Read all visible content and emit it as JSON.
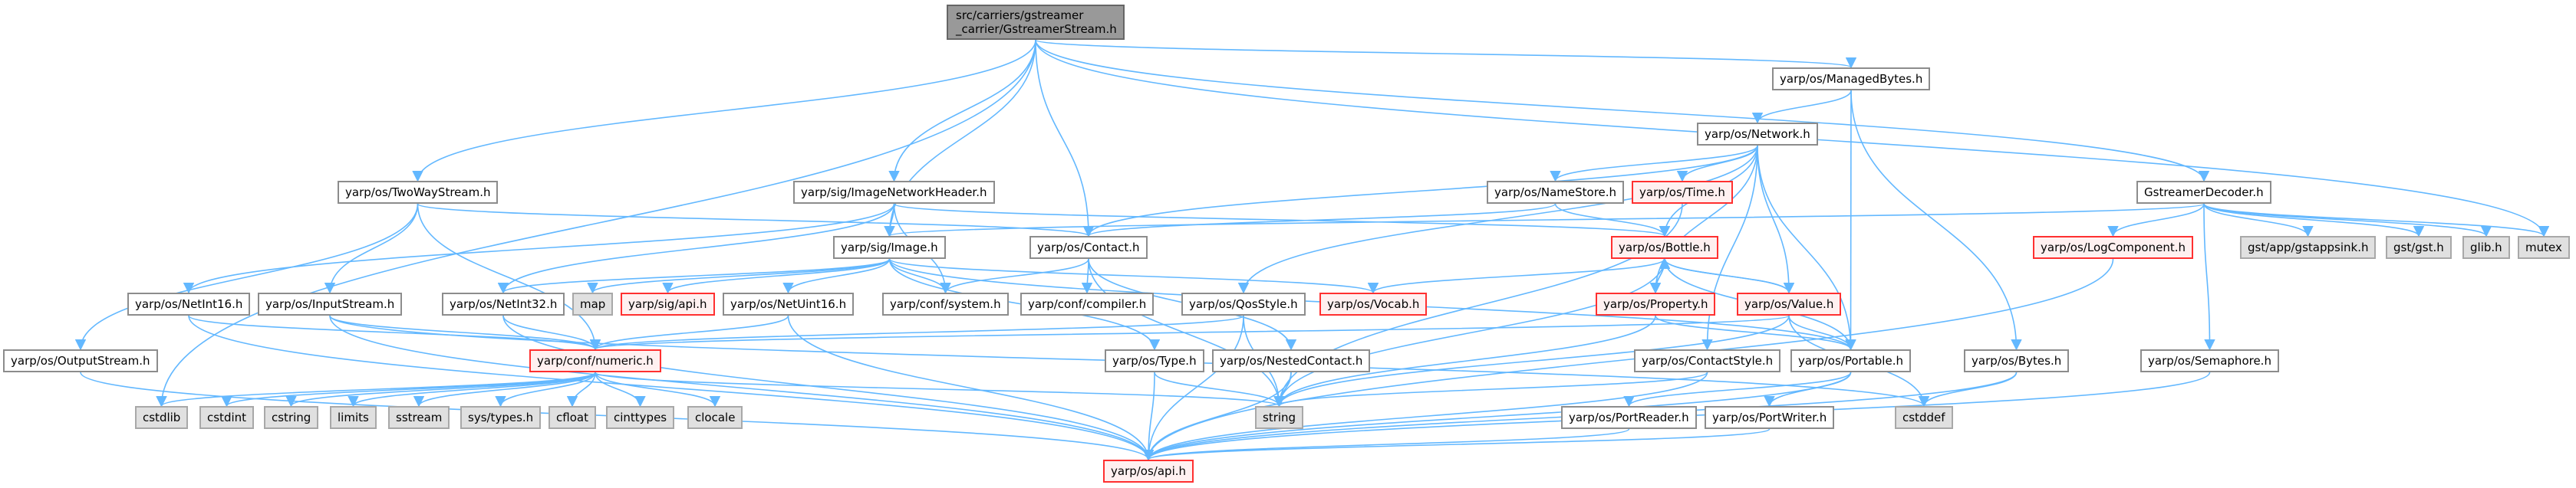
{
  "title": "src/carriers/gstreamer_carrier/GstreamerStream.h include dependency graph",
  "colors": {
    "edge": "#63b8ff",
    "node_border": "#8c8c8c",
    "system_fill": "#e0e0e0",
    "truncated_border": "#ff3030",
    "truncated_fill": "#fff0f0",
    "root_fill": "#999999"
  },
  "root": {
    "line1": "src/carriers/gstreamer",
    "line2": "_carrier/GstreamerStream.h"
  },
  "nodes": {
    "managedbytes": "yarp/os/ManagedBytes.h",
    "network": "yarp/os/Network.h",
    "twowaystream": "yarp/os/TwoWayStream.h",
    "imagenetworkheader": "yarp/sig/ImageNetworkHeader.h",
    "namestore": "yarp/os/NameStore.h",
    "time": "yarp/os/Time.h",
    "gstreamerdecoder": "GstreamerDecoder.h",
    "image": "yarp/sig/Image.h",
    "contact": "yarp/os/Contact.h",
    "bottle": "yarp/os/Bottle.h",
    "logcomponent": "yarp/os/LogComponent.h",
    "gstappsink": "gst/app/gstappsink.h",
    "gst": "gst/gst.h",
    "glib": "glib.h",
    "mutex": "mutex",
    "netint16": "yarp/os/NetInt16.h",
    "inputstream": "yarp/os/InputStream.h",
    "netint32": "yarp/os/NetInt32.h",
    "map": "map",
    "sigapi": "yarp/sig/api.h",
    "netuint16": "yarp/os/NetUint16.h",
    "system": "yarp/conf/system.h",
    "compiler": "yarp/conf/compiler.h",
    "qosstyle": "yarp/os/QosStyle.h",
    "vocab": "yarp/os/Vocab.h",
    "property": "yarp/os/Property.h",
    "value": "yarp/os/Value.h",
    "outputstream": "yarp/os/OutputStream.h",
    "numeric": "yarp/conf/numeric.h",
    "type": "yarp/os/Type.h",
    "nestedcontact": "yarp/os/NestedContact.h",
    "contactstyle": "yarp/os/ContactStyle.h",
    "portable": "yarp/os/Portable.h",
    "bytes": "yarp/os/Bytes.h",
    "semaphore": "yarp/os/Semaphore.h",
    "cstdlib": "cstdlib",
    "cstdint": "cstdint",
    "cstring": "cstring",
    "limits": "limits",
    "sstream": "sstream",
    "systypes": "sys/types.h",
    "cfloat": "cfloat",
    "cinttypes": "cinttypes",
    "clocale": "clocale",
    "string": "string",
    "portreader": "yarp/os/PortReader.h",
    "portwriter": "yarp/os/PortWriter.h",
    "cstddef": "cstddef",
    "osapi": "yarp/os/api.h"
  },
  "edges": [
    [
      "root",
      "managedbytes"
    ],
    [
      "root",
      "twowaystream"
    ],
    [
      "root",
      "imagenetworkheader"
    ],
    [
      "root",
      "image"
    ],
    [
      "root",
      "contact"
    ],
    [
      "root",
      "gstreamerdecoder"
    ],
    [
      "root",
      "cstdlib"
    ],
    [
      "root",
      "mutex"
    ],
    [
      "managedbytes",
      "network"
    ],
    [
      "managedbytes",
      "portable"
    ],
    [
      "managedbytes",
      "bytes"
    ],
    [
      "network",
      "contact"
    ],
    [
      "network",
      "namestore"
    ],
    [
      "network",
      "time"
    ],
    [
      "network",
      "bottle"
    ],
    [
      "network",
      "qosstyle"
    ],
    [
      "network",
      "property"
    ],
    [
      "network",
      "value"
    ],
    [
      "network",
      "contactstyle"
    ],
    [
      "network",
      "portable"
    ],
    [
      "twowaystream",
      "contact"
    ],
    [
      "twowaystream",
      "inputstream"
    ],
    [
      "twowaystream",
      "outputstream"
    ],
    [
      "twowaystream",
      "numeric"
    ],
    [
      "imagenetworkheader",
      "image"
    ],
    [
      "imagenetworkheader",
      "netint16"
    ],
    [
      "imagenetworkheader",
      "netint32"
    ],
    [
      "imagenetworkheader",
      "system"
    ],
    [
      "imagenetworkheader",
      "bottle"
    ],
    [
      "namestore",
      "contact"
    ],
    [
      "namestore",
      "bottle"
    ],
    [
      "time",
      "string"
    ],
    [
      "gstreamerdecoder",
      "image"
    ],
    [
      "gstreamerdecoder",
      "logcomponent"
    ],
    [
      "gstreamerdecoder",
      "gstappsink"
    ],
    [
      "gstreamerdecoder",
      "gst"
    ],
    [
      "gstreamerdecoder",
      "glib"
    ],
    [
      "gstreamerdecoder",
      "mutex"
    ],
    [
      "gstreamerdecoder",
      "semaphore"
    ],
    [
      "image",
      "netint32"
    ],
    [
      "image",
      "map"
    ],
    [
      "image",
      "sigapi"
    ],
    [
      "image",
      "netuint16"
    ],
    [
      "image",
      "system"
    ],
    [
      "image",
      "vocab"
    ],
    [
      "image",
      "type"
    ],
    [
      "image",
      "portable"
    ],
    [
      "contact",
      "system"
    ],
    [
      "contact",
      "compiler"
    ],
    [
      "contact",
      "nestedcontact"
    ],
    [
      "contact",
      "string"
    ],
    [
      "bottle",
      "property"
    ],
    [
      "bottle",
      "value"
    ],
    [
      "bottle",
      "vocab"
    ],
    [
      "bottle",
      "portable"
    ],
    [
      "bottle",
      "string"
    ],
    [
      "property",
      "bottle"
    ],
    [
      "property",
      "portable"
    ],
    [
      "property",
      "string"
    ],
    [
      "value",
      "bottle"
    ],
    [
      "value",
      "portable"
    ],
    [
      "value",
      "numeric"
    ],
    [
      "value",
      "cstddef"
    ],
    [
      "value",
      "string"
    ],
    [
      "logcomponent",
      "osapi"
    ],
    [
      "netint16",
      "numeric"
    ],
    [
      "netint16",
      "osapi"
    ],
    [
      "inputstream",
      "numeric"
    ],
    [
      "inputstream",
      "osapi"
    ],
    [
      "inputstream",
      "cstddef"
    ],
    [
      "netint32",
      "numeric"
    ],
    [
      "netint32",
      "osapi"
    ],
    [
      "netuint16",
      "numeric"
    ],
    [
      "netuint16",
      "osapi"
    ],
    [
      "qosstyle",
      "numeric"
    ],
    [
      "qosstyle",
      "osapi"
    ],
    [
      "qosstyle",
      "string"
    ],
    [
      "outputstream",
      "osapi"
    ],
    [
      "numeric",
      "cstdlib"
    ],
    [
      "numeric",
      "cstdint"
    ],
    [
      "numeric",
      "cstring"
    ],
    [
      "numeric",
      "limits"
    ],
    [
      "numeric",
      "sstream"
    ],
    [
      "numeric",
      "systypes"
    ],
    [
      "numeric",
      "cfloat"
    ],
    [
      "numeric",
      "cinttypes"
    ],
    [
      "numeric",
      "clocale"
    ],
    [
      "numeric",
      "string"
    ],
    [
      "type",
      "osapi"
    ],
    [
      "type",
      "string"
    ],
    [
      "nestedcontact",
      "osapi"
    ],
    [
      "nestedcontact",
      "string"
    ],
    [
      "contactstyle",
      "osapi"
    ],
    [
      "contactstyle",
      "string"
    ],
    [
      "portable",
      "portreader"
    ],
    [
      "portable",
      "portwriter"
    ],
    [
      "portable",
      "osapi"
    ],
    [
      "bytes",
      "cstddef"
    ],
    [
      "bytes",
      "osapi"
    ],
    [
      "semaphore",
      "osapi"
    ],
    [
      "portreader",
      "osapi"
    ],
    [
      "portwriter",
      "osapi"
    ]
  ]
}
